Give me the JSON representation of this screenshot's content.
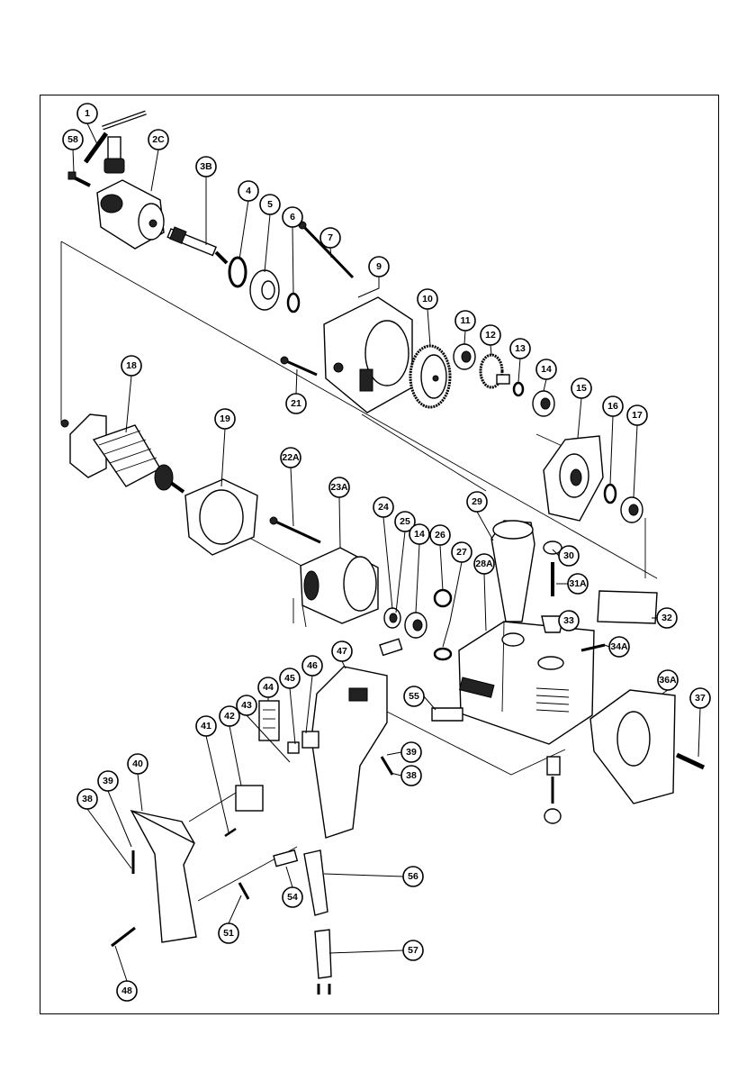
{
  "diagram": {
    "parts": [
      {
        "id": "p1",
        "label": "1"
      },
      {
        "id": "p58",
        "label": "58"
      },
      {
        "id": "p2c",
        "label": "2C"
      },
      {
        "id": "p3b",
        "label": "3B"
      },
      {
        "id": "p4",
        "label": "4"
      },
      {
        "id": "p5",
        "label": "5"
      },
      {
        "id": "p6",
        "label": "6"
      },
      {
        "id": "p7",
        "label": "7"
      },
      {
        "id": "p9",
        "label": "9"
      },
      {
        "id": "p10",
        "label": "10"
      },
      {
        "id": "p11",
        "label": "11"
      },
      {
        "id": "p12",
        "label": "12"
      },
      {
        "id": "p13",
        "label": "13"
      },
      {
        "id": "p14a",
        "label": "14"
      },
      {
        "id": "p15",
        "label": "15"
      },
      {
        "id": "p16",
        "label": "16"
      },
      {
        "id": "p17",
        "label": "17"
      },
      {
        "id": "p18",
        "label": "18"
      },
      {
        "id": "p19",
        "label": "19"
      },
      {
        "id": "p21",
        "label": "21"
      },
      {
        "id": "p22a",
        "label": "22A"
      },
      {
        "id": "p23a",
        "label": "23A"
      },
      {
        "id": "p24",
        "label": "24"
      },
      {
        "id": "p25",
        "label": "25"
      },
      {
        "id": "p14b",
        "label": "14"
      },
      {
        "id": "p26",
        "label": "26"
      },
      {
        "id": "p27",
        "label": "27"
      },
      {
        "id": "p28a",
        "label": "28A"
      },
      {
        "id": "p29",
        "label": "29"
      },
      {
        "id": "p30",
        "label": "30"
      },
      {
        "id": "p31a",
        "label": "31A"
      },
      {
        "id": "p32",
        "label": "32"
      },
      {
        "id": "p33",
        "label": "33"
      },
      {
        "id": "p34a",
        "label": "34A"
      },
      {
        "id": "p36a",
        "label": "36A"
      },
      {
        "id": "p37",
        "label": "37"
      },
      {
        "id": "p55",
        "label": "55"
      },
      {
        "id": "p47",
        "label": "47"
      },
      {
        "id": "p46",
        "label": "46"
      },
      {
        "id": "p45",
        "label": "45"
      },
      {
        "id": "p44",
        "label": "44"
      },
      {
        "id": "p43",
        "label": "43"
      },
      {
        "id": "p42",
        "label": "42"
      },
      {
        "id": "p41",
        "label": "41"
      },
      {
        "id": "p40",
        "label": "40"
      },
      {
        "id": "p39a",
        "label": "39"
      },
      {
        "id": "p38a",
        "label": "38"
      },
      {
        "id": "p39b",
        "label": "39"
      },
      {
        "id": "p38b",
        "label": "38"
      },
      {
        "id": "p56",
        "label": "56"
      },
      {
        "id": "p54",
        "label": "54"
      },
      {
        "id": "p51",
        "label": "51"
      },
      {
        "id": "p57",
        "label": "57"
      },
      {
        "id": "p48",
        "label": "48"
      }
    ]
  }
}
